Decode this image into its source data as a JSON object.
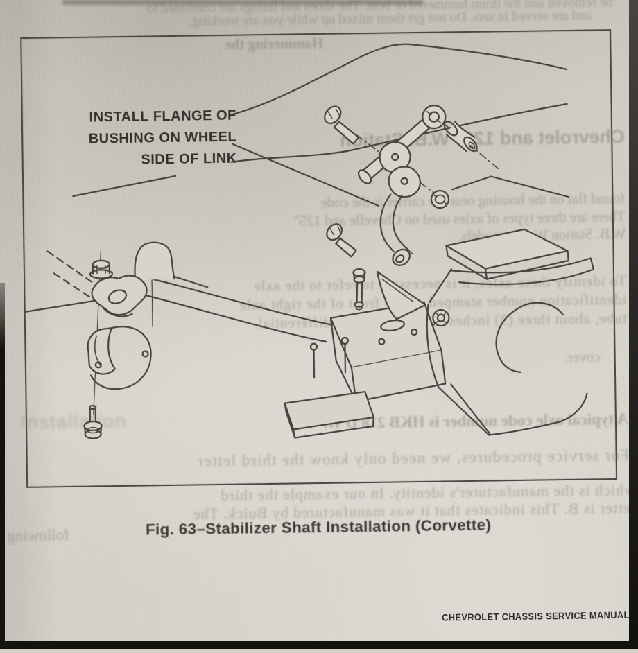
{
  "figure": {
    "annotation_lines": [
      "INSTALL FLANGE OF",
      "BUSHING ON WHEEL",
      "SIDE OF LINK"
    ],
    "caption": "Fig. 63–Stabilizer Shaft Installation (Corvette)",
    "alt": "Exploded-view line drawing of the stabilizer shaft, link, bushings, bolts, nuts, clamp bracket, frame crossmember and lower control arm"
  },
  "footer": {
    "text": "CHEVROLET CHASSIS SERVICE MANUAL"
  },
  "colors": {
    "paper": "#d6d2ca",
    "line_ink": "#45433d",
    "label_ink": "#33312c",
    "ghost_ink": "#6e6a60",
    "photo_edge": "#14130f"
  },
  "bleedthrough": {
    "description": "faint mirrored text showing through from the reverse side of the page",
    "lines": [
      "be removed and the drum hammered or bent. The shoes and linings are combined to",
      "and are served in sets. Do not get them mixed up while you are working.",
      "Hammering the",
      "Chevrolet and 125\" W.B. Station",
      "found flat on the housing near the carrier is the code",
      "There are three types of axles used on Chevelle and 125\"",
      "W.B. Station Wagon models.",
      "To identify these axles, it is necessary to refer to the axle",
      "identification number stamped on the front of the right axle",
      "tube, about three (3) inches inboard from the differential",
      "cover.",
      "A typical axle code number is HKB 218 D W.",
      "For service procedures, we need only know the third letter",
      "which is the manufacturer's identity. In our example the third",
      "letter is B. This indicates that it was manufactured by Buick. The",
      "following",
      "Installation"
    ]
  }
}
